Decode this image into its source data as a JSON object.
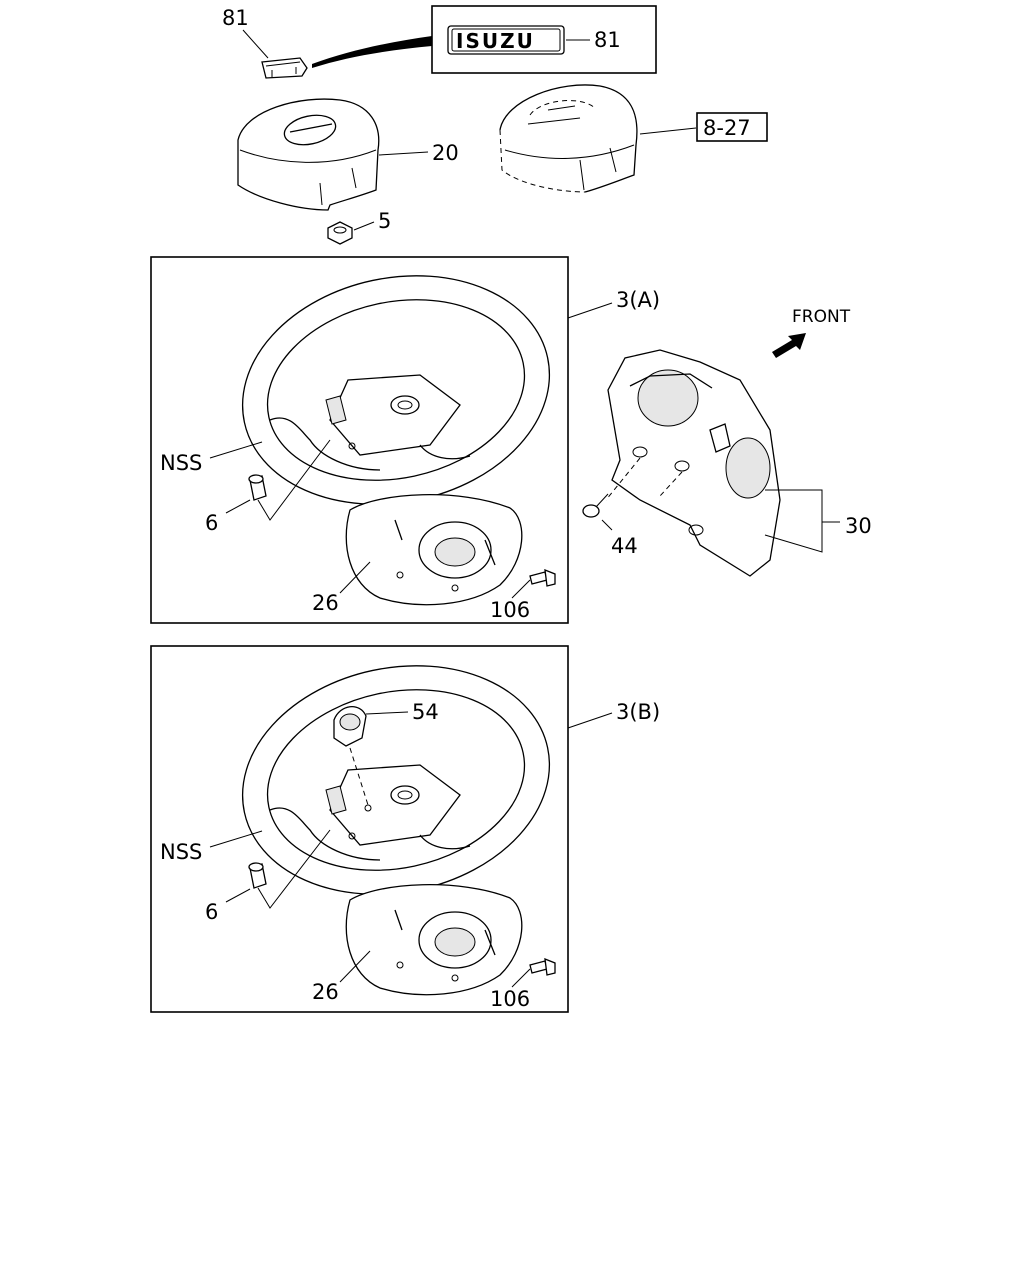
{
  "callouts": {
    "emblem_ref": "81",
    "logo_ref": "81",
    "logo_text": "ISUZU",
    "pad_cover": "20",
    "ref_page": "8-27",
    "nut": "5",
    "assembly_a": "3(A)",
    "assembly_b": "3(B)",
    "front": "FRONT",
    "column_cover": "30",
    "screw": "44",
    "nss_a": "NSS",
    "bolt_a": "6",
    "cover_a": "26",
    "bolt106_a": "106",
    "nss_b": "NSS",
    "bolt_b": "6",
    "cover_b": "26",
    "bolt106_b": "106",
    "switch_b": "54"
  }
}
